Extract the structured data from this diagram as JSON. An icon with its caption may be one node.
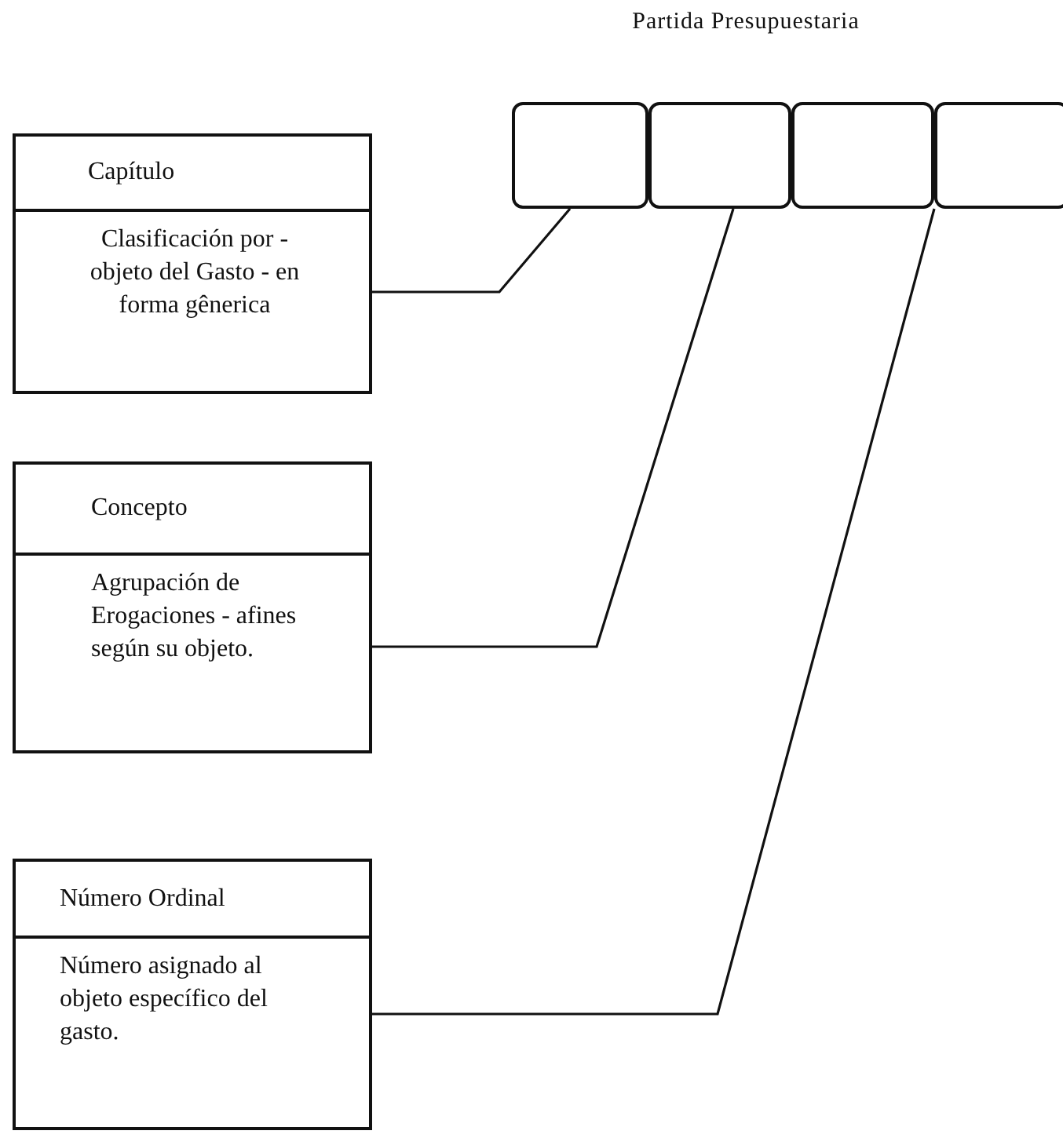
{
  "diagram": {
    "title": "Partida Presupuestaria",
    "nodes": [
      {
        "text": [],
        "shape": "box"
      },
      {
        "text": [],
        "shape": "box"
      },
      {
        "text": [],
        "shape": "box"
      },
      {
        "text": [],
        "shape": "box"
      },
      {
        "text": [
          "Capítulo",
          "Clasificación por - objeto del Gasto - en forma gênerica"
        ]
      },
      {
        "text": [
          "Concepto",
          "Agrupación de Erogaciones - afines según su objeto."
        ]
      },
      {
        "text": [
          "Número Ordinal",
          "Número asignado al objeto específico del gasto."
        ]
      }
    ],
    "edges": [
      {
        "from": 4,
        "to": 0,
        "arrow": "none"
      },
      {
        "from": 5,
        "to": 1,
        "arrow": "none"
      },
      {
        "from": 6,
        "to": 2,
        "arrow": "none"
      }
    ]
  }
}
